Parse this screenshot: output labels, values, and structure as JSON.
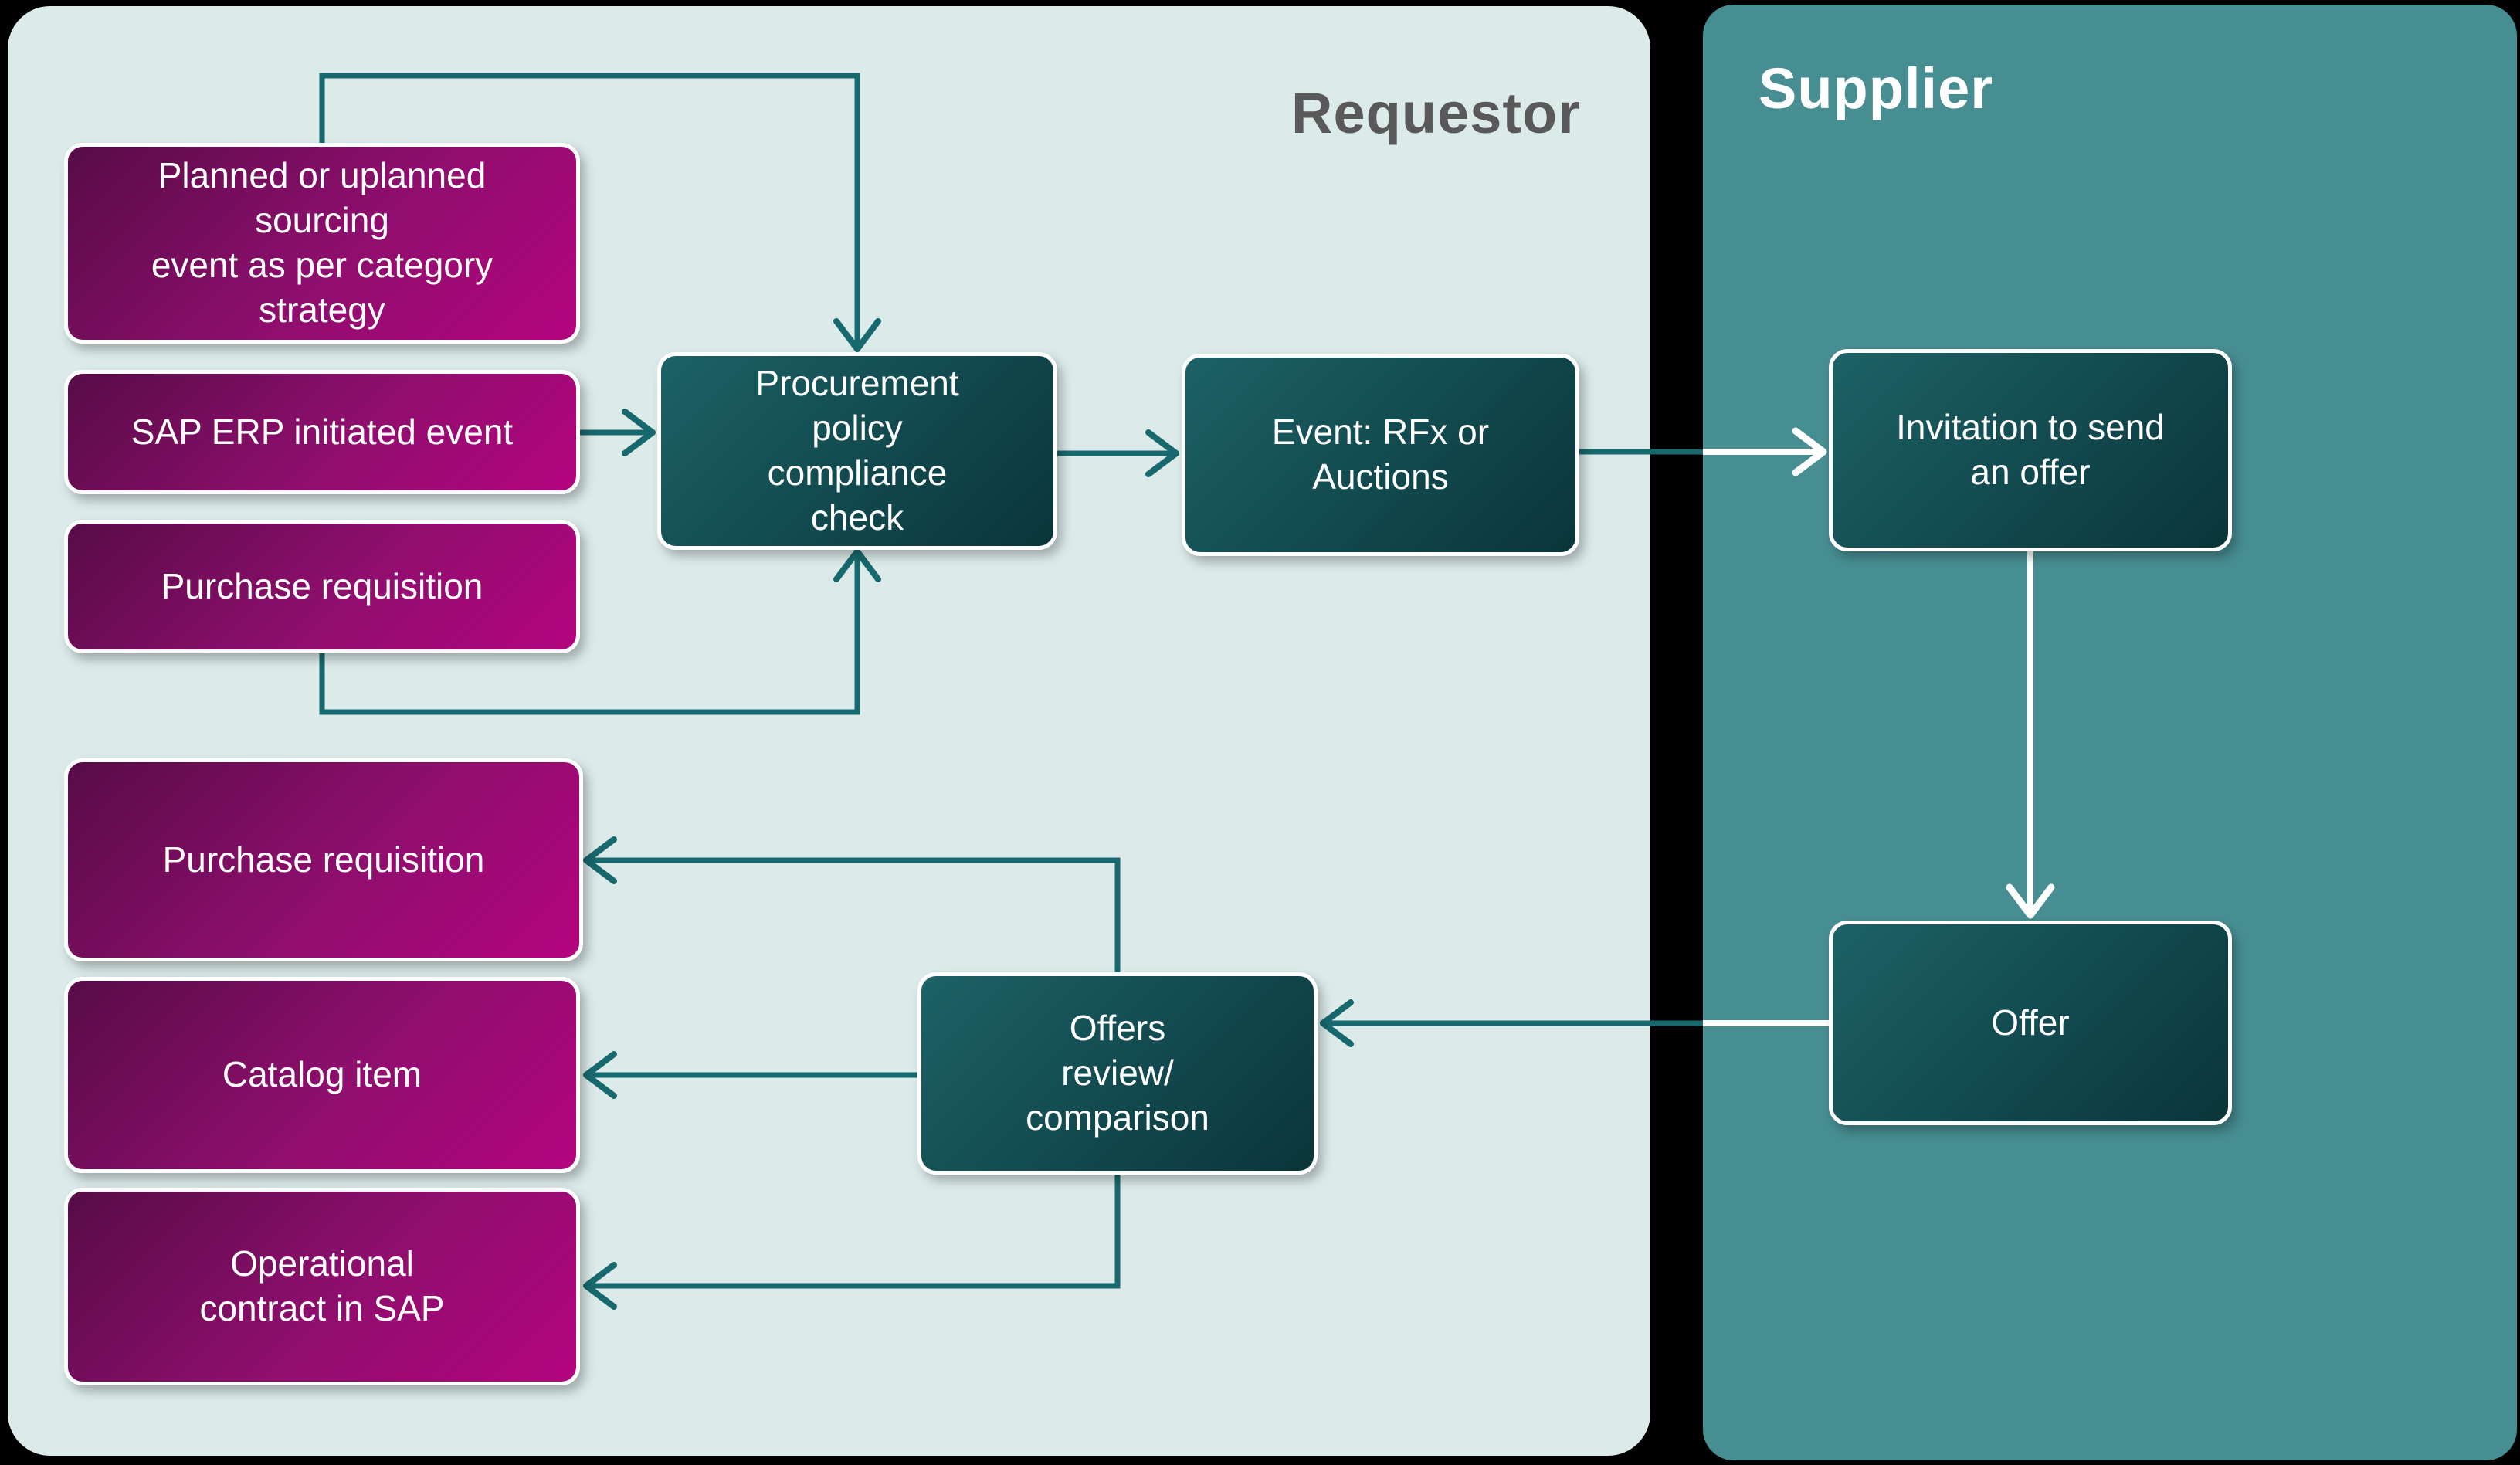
{
  "diagram": {
    "lanes": {
      "requestor": {
        "title": "Requestor"
      },
      "supplier": {
        "title": "Supplier"
      }
    },
    "nodes": {
      "planned_sourcing": "Planned or uplanned\nsourcing\nevent as per category\nstrategy",
      "sap_erp": "SAP ERP initiated event",
      "purchase_requisition_top": "Purchase requisition",
      "policy_check": "Procurement\npolicy\ncompliance\ncheck",
      "event_rfx": "Event: RFx or\nAuctions",
      "invitation": "Invitation to send\nan offer",
      "offer": "Offer",
      "purchase_requisition_result": "Purchase requisition",
      "catalog_item": "Catalog item",
      "operational_contract": "Operational\ncontract in SAP",
      "offers_review": "Offers\nreview/\ncomparison"
    },
    "colors": {
      "canvas_bg": "#000000",
      "requestor_lane_bg": "#dcebea",
      "supplier_lane_bg": "#478e92",
      "requestor_title_text": "#595959",
      "supplier_title_text": "#ffffff",
      "magenta_gradient_start": "#570c47",
      "magenta_gradient_end": "#b4047e",
      "teal_box_gradient_start": "#1c6266",
      "teal_box_gradient_end": "#0a3539",
      "connector_teal": "#17696e",
      "connector_white": "#ffffff",
      "node_border": "#ffffff",
      "node_text": "#ffffff"
    }
  }
}
